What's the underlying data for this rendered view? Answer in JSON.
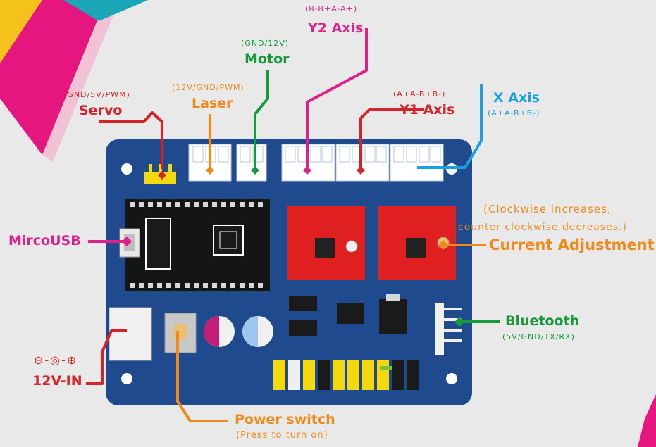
{
  "colors": {
    "background": "#e9e9e9",
    "pcb": "#1f4b8e",
    "servo": "#d4242a",
    "laser": "#f08a1c",
    "motor": "#169a3c",
    "y2": "#e0208a",
    "y1": "#d4242a",
    "x": "#1a9fe0",
    "usb": "#e0208a",
    "current": "#f08a1c",
    "bluetooth": "#169a3c",
    "power_in": "#d4242a",
    "power_switch": "#f08a1c",
    "driver_board": "#e02020"
  },
  "labels": {
    "y2_axis": {
      "pins": "(B-B+A-A+)",
      "name": "Y2 Axis"
    },
    "motor": {
      "pins": "(GND/12V)",
      "name": "Motor"
    },
    "laser": {
      "pins": "(12V/GND/PWM)",
      "name": "Laser"
    },
    "servo": {
      "pins": "(GND/5V/PWM)",
      "name": "Servo"
    },
    "y1_axis": {
      "pins": "(A+A-B+B-)",
      "name": "Y1 Axis"
    },
    "x_axis": {
      "name": "X Axis",
      "pins": "(A+A-B+B-)"
    },
    "micro_usb": {
      "name": "MircoUSB"
    },
    "current_adjustment": {
      "note_line1": "(Clockwise increases,",
      "note_line2": "counter clockwise decreases.)",
      "name": "Current Adjustment"
    },
    "bluetooth": {
      "name": "Bluetooth",
      "pins": "(5V/GND/TX/RX)"
    },
    "power_in": {
      "name": "12V-IN",
      "symbol": "⊖-◎-⊕"
    },
    "power_switch": {
      "name": "Power switch",
      "note": "(Press to turn on)"
    }
  },
  "icons": [
    "dc-polarity-symbol",
    "potentiometer-icon",
    "chip-icon"
  ]
}
